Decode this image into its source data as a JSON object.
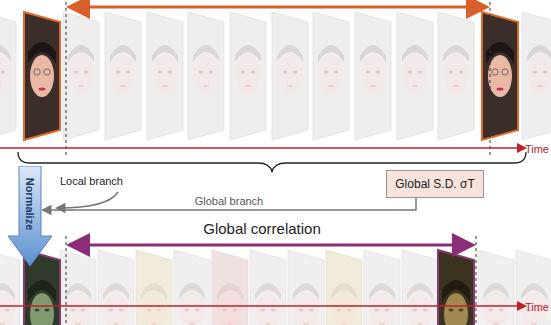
{
  "diagram": {
    "nodes": [
      {
        "text": [
          "Normalize"
        ]
      },
      {
        "text": [
          "Global S.D. σT"
        ]
      }
    ],
    "edges": [
      {
        "from": 1,
        "to": 0,
        "label": "Global branch",
        "arrow": "to"
      }
    ],
    "labels": [
      "Time",
      "Local branch",
      "Global correlation",
      "Time"
    ]
  }
}
